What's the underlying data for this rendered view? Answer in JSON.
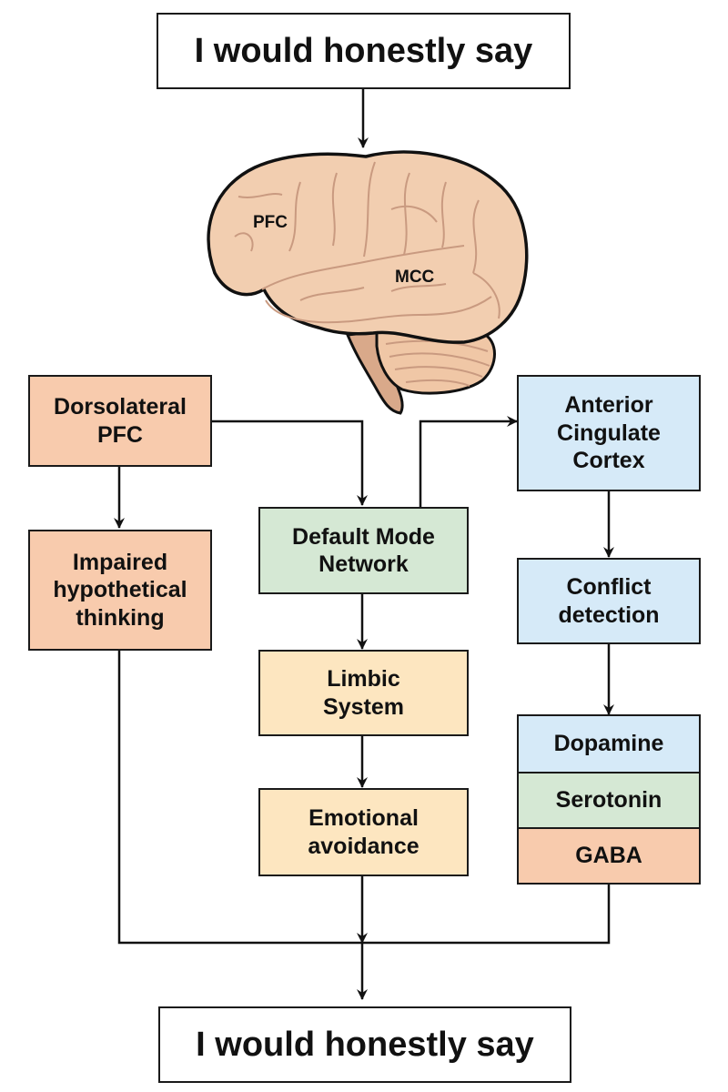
{
  "colors": {
    "salmon": "#f8cbad",
    "green": "#d5e8d4",
    "yellow": "#fde6c0",
    "blue": "#d6eaf8",
    "brain_fill": "#f2ceb0",
    "brain_stem": "#d9a98a",
    "line": "#111111"
  },
  "top_box": {
    "label": "I would honestly say"
  },
  "bottom_box": {
    "label": "I would honestly say"
  },
  "brain": {
    "labels": {
      "pfc": "PFC",
      "mcc": "MCC"
    }
  },
  "nodes": {
    "dlpfc": {
      "label": "Dorsolateral\nPFC"
    },
    "impaired": {
      "label": "Impaired\nhypothetical\nthinking"
    },
    "dmn": {
      "label": "Default Mode\nNetwork"
    },
    "limbic": {
      "label": "Limbic\nSystem"
    },
    "emotional": {
      "label": "Emotional\navoidance"
    },
    "acc": {
      "label": "Anterior\nCingulate\nCortex"
    },
    "conflict": {
      "label": "Conflict\ndetection"
    }
  },
  "neurotransmitters": [
    {
      "label": "Dopamine",
      "color": "#d6eaf8"
    },
    {
      "label": "Serotonin",
      "color": "#d5e8d4"
    },
    {
      "label": "GABA",
      "color": "#f8cbad"
    }
  ]
}
